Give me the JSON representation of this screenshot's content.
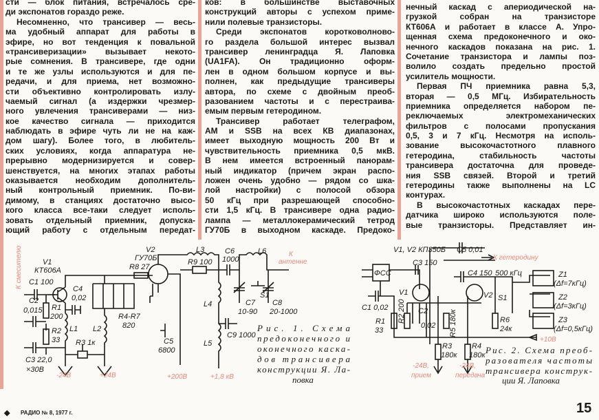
{
  "columns": [
    {
      "paragraphs": [
        [
          "сти — блок питания, встречалось сре-",
          "ди экспонатов гораздо реже."
        ],
        [
          "Несомненно, что трансивер — весь-",
          "ма удобный аппарат для работы в",
          "эфире, но вот тенденция к повальной",
          "«трансиверизации» вызывает некото-",
          "рые сомнения. В трансивере, где одни",
          "и те же узлы используются и для пе-",
          "редачи, и для приема, нет возможно-",
          "сти объективно контролировать излу-",
          "чаемый сигнал (а издержки чрезмер-",
          "ного увлечения трансиверами — низ-",
          "кое качество сигнала — приходится",
          "наблюдать в эфире чуть ли не на каж-",
          "дом шагу). Более того, в любитель-",
          "ских условиях, когда аппаратура не-",
          "прерывно модернизируется и совер-",
          "шенствуется, на многих этапах работы",
          "оказывается необходим дополнитель-",
          "ный контрольный приемник. По-ви-",
          "димому, в станциях достаточно высо-",
          "кого класса все-таки следует исполь-",
          "зовать отдельный приемник, допуска-",
          "ющий работу с отдельным передат-"
        ]
      ]
    },
    {
      "paragraphs": [
        [
          "ков: в большинстве выставочных",
          "конструкций авторы с успехом приме-",
          "нили полевые транзисторы."
        ],
        [
          "Среди экспонатов коротковолново-",
          "го раздела большой интерес вызвал",
          "трансивер ленинградца Я. Лаповка",
          "(UA1FA). Он традиционно оформ-",
          "лен в одном большом корпусе и вы-",
          "полнен, как предыдущие трансиверы",
          "автора, по схеме с двойным преоб-",
          "разованием частоты и с перестраива-",
          "емым первым гетеродином."
        ],
        [
          "Трансивер работает телеграфом,",
          "AM и SSB на всех КВ диапазонах,",
          "имеет выходную мощность 200 Вт и",
          "чувствительность приемника 0,5 мкВ.",
          "В нем имеется встроенный панорам-",
          "ный индикатор (причем экран распо-",
          "ложен очень удобно — рядом со шка-",
          "лой настройки) с полосой обзора",
          "50 кГц при разрешающей способно-",
          "сти 1,5 кГц. В трансивере одна радио-",
          "лампа — металлокерамический тетрод",
          "ГУ70Б в выходном каскаде. Предоко-"
        ]
      ]
    },
    {
      "paragraphs": [
        [
          "нечный каскад с апериодической на-",
          "грузкой собран на транзисторе",
          "КТ606А и работает в классе А. Упро-",
          "щенная схема предоконечного и око-",
          "нечного каскадов показана на рис. 1.",
          "Сочетание транзистора и лампы поз-",
          "волило создать предельно простой",
          "усилитель мощности."
        ],
        [
          "Первая ПЧ приемника равна 5,3,",
          "вторая — 0,5 МГц. Избирательность",
          "приемника определяется набором пе-",
          "реключаемых электромеханических",
          "фильтров с полосами пропускания",
          "0,5, 3 и 7 кГц. Несмотря на исполь-",
          "зование высокочастотного плавного",
          "гетеродина, стабильность частоты",
          "трансивера достаточна для проведе-",
          "ния SSB связей. Второй и третий",
          "гетеродины также выполнены на LC",
          "контурах."
        ],
        [
          "В высокочастотных каскадах пере-",
          "датчика широко используются поле-",
          "вые транзисторы. Представляет ин-"
        ]
      ]
    }
  ],
  "figure1": {
    "to_mixer": "К смесителю",
    "v1": "V1",
    "v1_type": "КТ606А",
    "c1": "C1 100",
    "c2": "C2",
    "c2_val": "0,015",
    "c3": "C3 22,0",
    "c3_volt": "×30В",
    "c4": "C4",
    "c4_val": "0,02",
    "r1": "R1",
    "r1_val": "200",
    "r2": "R2",
    "r2_val": "33",
    "r3": "R3 1к",
    "l1": "L1",
    "l2": "L2",
    "r4r7": "R4-R7",
    "r4r7_val": "820",
    "v2": "V2",
    "v2_type": "ГУ70Б",
    "r8": "R8 27",
    "c5": "C5",
    "c5_val": "6800",
    "l3": "L3",
    "r9": "R9 100",
    "c6": "C6",
    "c6_val": "1000",
    "l6": "L6",
    "to_antenna": [
      "К",
      "антенне"
    ],
    "c7": "C7",
    "c7_val": "10-90",
    "s1": "S1",
    "c8": "C8",
    "c8_val": "20-1000",
    "l4": "L4",
    "l5": "L5",
    "c9": "C9 1000",
    "minus24": "-24В",
    "plus24": "+24В",
    "plus200": "+200В",
    "plus18kv": "+1,8 кВ",
    "caption": [
      "Рис.   1.   Схема",
      "предоконечного   и",
      "оконечного   каска-",
      "дов     трансивера",
      "конструкции Я. Ла-",
      "повка"
    ]
  },
  "figure2": {
    "transistors": "V1, V2 КП350Б",
    "c3": "C3 150",
    "c5": "C5 0,01",
    "to_lo": "К гетеродину",
    "fss": "ФСС",
    "c4": "C4 150",
    "freq": "500 кГц",
    "v1": "V1",
    "v2": "V2",
    "s1": "S1",
    "c1": "C1 0,02",
    "r1": "R1",
    "r1_val": "33",
    "r2": "R2 200",
    "c2": "C2",
    "c2_val": "0,02",
    "r5": "R5 180к",
    "r6": "R6",
    "r6_val": "24к",
    "z1": "Z1",
    "z1_bw": "(Δf=7кГц)",
    "z2": "Z2",
    "z2_bw": "(Δf=3кГц)",
    "z3": "Z3",
    "z3_bw": "(Δf=0,5кГц)",
    "plus10": "+10В",
    "r3": "R3",
    "r3_val": "180к",
    "r4": "R4",
    "r4_val": "180к",
    "rx_v": "-24В,",
    "rx": "прием",
    "tx_v": "-24В,",
    "tx": "передача",
    "caption": [
      "Рис. 2. Схема преоб-",
      "разователя     частоты",
      "трансивера конструк-",
      "ции Я. Лаповка"
    ]
  },
  "footer": {
    "magazine": "РАДИО № 8, 1977 г.",
    "page": "15"
  },
  "colors": {
    "accent_bar": "#e9a495",
    "red_labels": "#e6877a"
  }
}
